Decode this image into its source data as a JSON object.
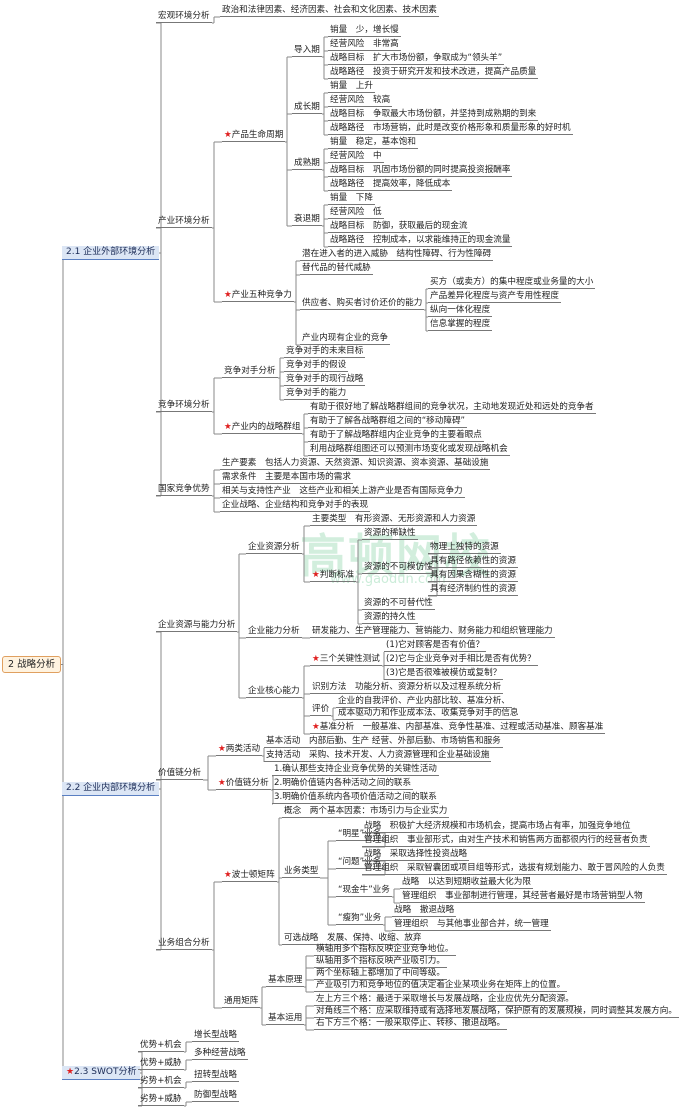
{
  "watermark": {
    "main": "高顿网校",
    "sub": "www.gaodun.com"
  },
  "root": "2 战略分析",
  "s1": "2.1 企业外部环境分析",
  "s2": "2.2 企业内部环境分析",
  "s3": "2.3 SWOT分析",
  "t": {
    "hongguan": "宏观环境分析",
    "hongguan_d": "政治和法律因素、经济因素、社会和文化因素、技术因素",
    "chanye": "产业环境分析",
    "plc": "产品生命周期",
    "intro": "导入期",
    "intro_1": "销量　少，增长慢",
    "intro_2": "经营风险　非常高",
    "intro_3": "战略目标　扩大市场份额，争取成为“领头羊”",
    "intro_4": "战略路径　投资于研究开发和技术改进，提高产品质量",
    "grow": "成长期",
    "grow_1": "销量　上升",
    "grow_2": "经营风险　较高",
    "grow_3": "战略目标　争取最大市场份额，并坚持到成熟期的到来",
    "grow_4": "战略路径　市场营销，此时是改变价格形象和质量形象的好时机",
    "mature": "成熟期",
    "mature_1": "销量　稳定，基本饱和",
    "mature_2": "经营风险　中",
    "mature_3": "战略目标　巩固市场份额的同时提高投资报酬率",
    "mature_4": "战略路径　提高效率，降低成本",
    "decline": "衰退期",
    "decline_1": "销量　下降",
    "decline_2": "经营风险　低",
    "decline_3": "战略目标　防御，获取最后的现金流",
    "decline_4": "战略路径　控制成本，以求能维持正的现金流量",
    "five": "产业五种竞争力",
    "five_1": "潜在进入者的进入威胁　结构性障碍、行为性障碍",
    "five_2": "替代品的替代威胁",
    "five_3": "供应者、购买者讨价还价的能力",
    "five_3a": "买方（或卖方）的集中程度或业务量的大小",
    "five_3b": "产品差异化程度与资产专用性程度",
    "five_3c": "纵向一体化程度",
    "five_3d": "信息掌握的程度",
    "five_4": "产业内现有企业的竞争",
    "jingzheng": "竞争环境分析",
    "rival": "竞争对手分析",
    "rival_1": "竞争对手的未来目标",
    "rival_2": "竞争对手的假设",
    "rival_3": "竞争对手的现行战略",
    "rival_4": "竞争对手的能力",
    "group": "产业内的战略群组",
    "group_1": "有助于很好地了解战略群组间的竞争状况，主动地发现近处和远处的竞争者",
    "group_2": "有助于了解各战略群组之间的“移动障碍”",
    "group_3": "有助于了解战略群组内企业竞争的主要着眼点",
    "group_4": "利用战略群组图还可以预测市场变化或发现战略机会",
    "nation": "国家竞争优势",
    "nation_1": "生产要素　包括人力资源、天然资源、知识资源、资本资源、基础设施",
    "nation_2": "需求条件　主要是本国市场的需求",
    "nation_3": "相关与支持性产业　这些产业和相关上游产业是否有国际竞争力",
    "nation_4": "企业战略、企业结构和竞争对手的表现",
    "resource": "企业资源与能力分析",
    "res_analysis": "企业资源分析",
    "res_type": "主要类型　有形资源、无形资源和人力资源",
    "judge": "判断标准",
    "judge_1": "资源的稀缺性",
    "judge_2": "资源的不可模仿性",
    "judge_2a": "物理上独特的资源",
    "judge_2b": "具有路径依赖性的资源",
    "judge_2c": "具有因果含糊性的资源",
    "judge_2d": "具有经济制约性的资源",
    "judge_3": "资源的不可替代性",
    "judge_4": "资源的持久性",
    "ability": "企业能力分析",
    "ability_d": "研发能力、生产管理能力、营销能力、财务能力和组织管理能力",
    "core": "企业核心能力",
    "test3": "三个关键性测试",
    "test3_1": "(1)它对顾客是否有价值？",
    "test3_2": "(2)它与企业竞争对手相比是否有优势？",
    "test3_3": "(3)它是否很难被模仿或复制？",
    "identify": "识别方法　功能分析、资源分析以及过程系统分析",
    "eval": "评价",
    "eval_1": "企业的自我评价、产业内部比较、基准分析、",
    "eval_2": "成本驱动力和作业成本法、收集竞争对手的信息",
    "bench": "基准分析　一般基准、内部基准、竞争性基准、过程或活动基准、顾客基准",
    "value": "价值链分析",
    "twotypes": "两类活动",
    "basic_act": "基本活动　内部后勤、生产 经营、外部后勤、市场销售和服务",
    "support_act": "支持活动　采购、技术开发、人力资源管理和企业基础设施",
    "vc": "价值链分析",
    "vc_1": "1.确认那些支持企业竞争优势的关键性活动",
    "vc_2": "2.明确价值链内各种活动之间的联系",
    "vc_3": "3.明确价值系统内各项价值活动之间的联系",
    "portfolio": "业务组合分析",
    "bcg": "波士顿矩阵",
    "concept": "概念　两个基本因素：市场引力与企业实力",
    "biztype": "业务类型",
    "star": "“明星”业务",
    "star_1": "战略　积极扩大经济规模和市场机会，提高市场占有率，加强竞争地位",
    "star_2": "管理组织　事业部形式，由对生产技术和销售两方面都很内行的经营者负责",
    "q": "“问题”业务",
    "q_1": "战略　采取选择性投资战略",
    "q_2": "管理组织　采取智囊团或项目组等形式，选拔有规划能力、敢于冒风险的人负责",
    "cow": "“现金牛”业务",
    "cow_1": "战略　以达到短期收益最大化为限",
    "cow_2": "管理组织　事业部制进行管理，其经营者最好是市场营销型人物",
    "dog": "“瘦狗”业务",
    "dog_1": "战略　撤退战略",
    "dog_2": "管理组织　与其他事业部合并，统一管理",
    "options": "可选战略　发展、保持、收缩、放弃",
    "ge": "通用矩阵",
    "principle": "基本原理",
    "pr_1": "横轴用多个指标反映企业竞争地位。",
    "pr_2": "纵轴用多个指标反映产业吸引力。",
    "pr_3": "两个坐标轴上都增加了中间等级。",
    "pr_4": "产业吸引力和竞争地位的值决定着企业某项业务在矩阵上的位置。",
    "use": "基本运用",
    "use_1": "左上方三个格：最适于采取增长与发展战略，企业应优先分配资源。",
    "use_2": "对角线三个格：应采取维持或有选择地发展战略，保护原有的发展规模，同时调整其发展方向。",
    "use_3": "右下方三个格：一般采取停止、转移、撤退战略。",
    "so": "优势+机会",
    "so_d": "增长型战略",
    "st": "优势+威胁",
    "st_d": "多种经营战略",
    "wo": "劣势+机会",
    "wo_d": "扭转型战略",
    "wt": "劣势+威胁",
    "wt_d": "防御型战略"
  }
}
